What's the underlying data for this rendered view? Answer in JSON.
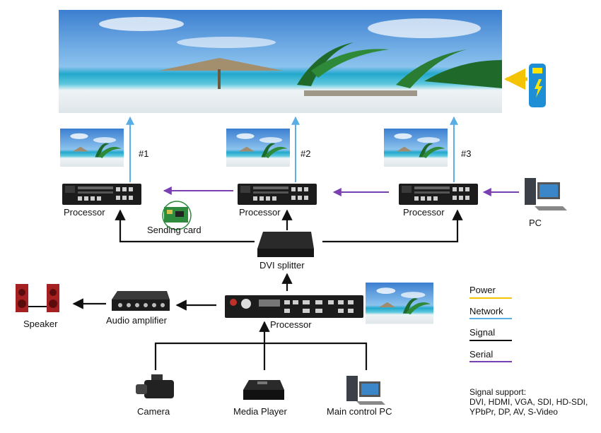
{
  "labels": {
    "screen_1": "#1",
    "screen_2": "#2",
    "screen_3": "#3",
    "processor": "Processor",
    "sending_card": "Sending card",
    "pc": "PC",
    "dvi_splitter": "DVI splitter",
    "speaker": "Speaker",
    "audio_amplifier": "Audio amplifier",
    "main_processor": "Processor",
    "camera": "Camera",
    "media_player": "Media Player",
    "main_control_pc": "Main control PC"
  },
  "legend": {
    "power": {
      "label": "Power",
      "color": "#f5c400"
    },
    "network": {
      "label": "Network",
      "color": "#5aaee8"
    },
    "signal": {
      "label": "Signal",
      "color": "#111111"
    },
    "serial": {
      "label": "Serial",
      "color": "#7a3fb0"
    }
  },
  "signal_support": {
    "title": "Signal support:",
    "line1": "DVI, HDMI, VGA, SDI, HD-SDI,",
    "line2": "YPbPr, DP, AV, S-Video"
  },
  "colors": {
    "sky": "#4a8fd8",
    "sea": "#1fa6c8",
    "sand": "#eef2f4",
    "device": "#1c1c1c",
    "battery": "#1e8fd6"
  }
}
